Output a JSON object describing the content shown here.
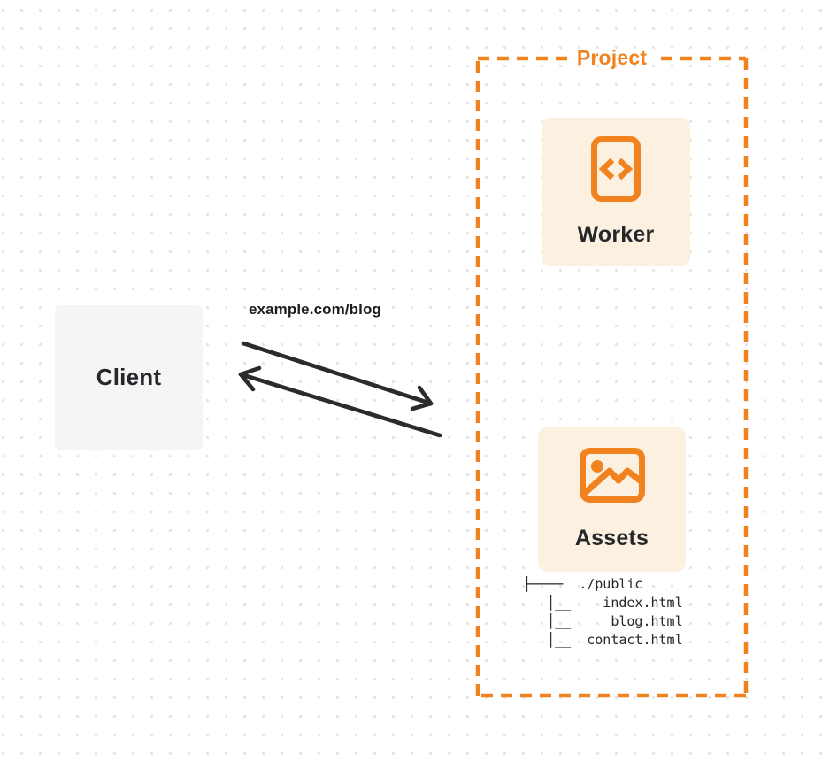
{
  "client": {
    "label": "Client"
  },
  "request": {
    "label": "example.com/blog"
  },
  "project": {
    "label": "Project",
    "worker": {
      "label": "Worker",
      "icon": "code-file-icon"
    },
    "assets": {
      "label": "Assets",
      "icon": "image-icon"
    },
    "file_tree_lines": [
      "├────  ./public",
      "   │__    index.html",
      "   │__     blog.html",
      "   │__  contact.html"
    ]
  },
  "colors": {
    "accent_orange": "#F0821F",
    "card_background": "#FCF0E1",
    "client_background": "#F5F5F6",
    "text_dark": "#26272B",
    "arrow_dark": "#2B2B2B",
    "dot_grid": "#E4E4E7"
  }
}
